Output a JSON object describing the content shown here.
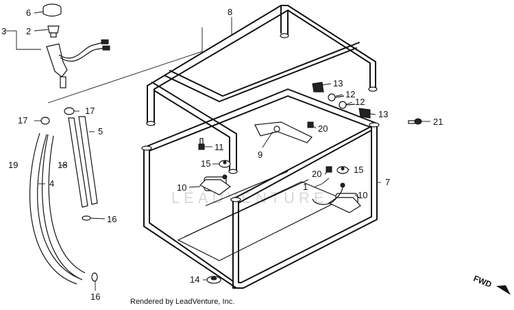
{
  "diagram": {
    "callouts": [
      {
        "id": "c6",
        "text": "6"
      },
      {
        "id": "c3",
        "text": "3"
      },
      {
        "id": "c2",
        "text": "2"
      },
      {
        "id": "c8",
        "text": "8"
      },
      {
        "id": "c13a",
        "text": "13"
      },
      {
        "id": "c12a",
        "text": "12"
      },
      {
        "id": "c12b",
        "text": "12"
      },
      {
        "id": "c13b",
        "text": "13"
      },
      {
        "id": "c17a",
        "text": "17"
      },
      {
        "id": "c17b",
        "text": "17"
      },
      {
        "id": "c5",
        "text": "5"
      },
      {
        "id": "c20a",
        "text": "20"
      },
      {
        "id": "c21",
        "text": "21"
      },
      {
        "id": "c11",
        "text": "11"
      },
      {
        "id": "c9",
        "text": "9"
      },
      {
        "id": "c19",
        "text": "19"
      },
      {
        "id": "c18",
        "text": "18"
      },
      {
        "id": "c15a",
        "text": "15"
      },
      {
        "id": "c15b",
        "text": "15"
      },
      {
        "id": "c20b",
        "text": "20"
      },
      {
        "id": "c7",
        "text": "7"
      },
      {
        "id": "c4",
        "text": "4"
      },
      {
        "id": "c10a",
        "text": "10"
      },
      {
        "id": "c1",
        "text": "1"
      },
      {
        "id": "c10b",
        "text": "10"
      },
      {
        "id": "c16a",
        "text": "16"
      },
      {
        "id": "c14",
        "text": "14"
      },
      {
        "id": "c16b",
        "text": "16"
      }
    ],
    "direction_label": "FWD",
    "watermark": "LEADVENTURE",
    "credit": "Rendered by LeadVenture, Inc."
  }
}
